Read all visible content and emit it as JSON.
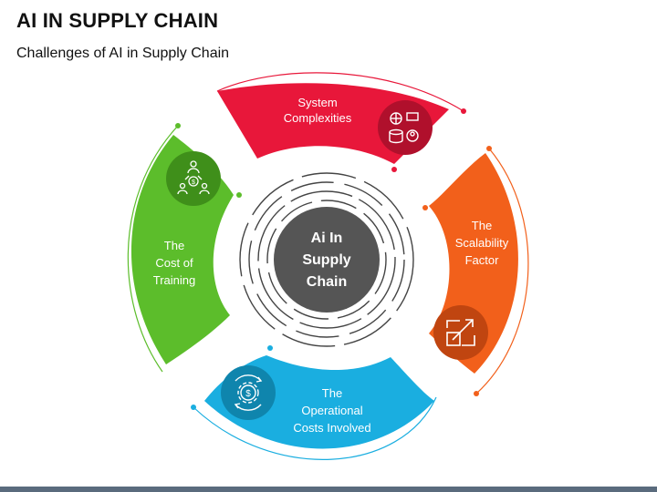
{
  "title": "AI IN SUPPLY CHAIN",
  "subtitle": "Challenges of AI in Supply Chain",
  "center": {
    "lines": [
      "Ai In",
      "Supply",
      "Chain"
    ],
    "color": "#555555"
  },
  "segments": [
    {
      "id": "top",
      "lines": [
        "System",
        "Complexities"
      ],
      "color": "#e8173a",
      "icon": "network-database-icon"
    },
    {
      "id": "right",
      "lines": [
        "The",
        "Scalability",
        "Factor"
      ],
      "color": "#f2601b",
      "icon": "expand-arrows-icon"
    },
    {
      "id": "bottom",
      "lines": [
        "The",
        "Operational",
        "Costs Involved"
      ],
      "color": "#1aaee0",
      "icon": "gear-dollar-icon"
    },
    {
      "id": "left",
      "lines": [
        "The",
        "Cost of",
        "Training"
      ],
      "color": "#5cbd2b",
      "icon": "people-dollar-icon"
    }
  ],
  "colors": {
    "top_dark": "#b0102c",
    "right_dark": "#c04510",
    "bottom_dark": "#0f85ad",
    "left_dark": "#3f8f1a",
    "rings": "#444444",
    "bar": "#5a6b7d"
  }
}
